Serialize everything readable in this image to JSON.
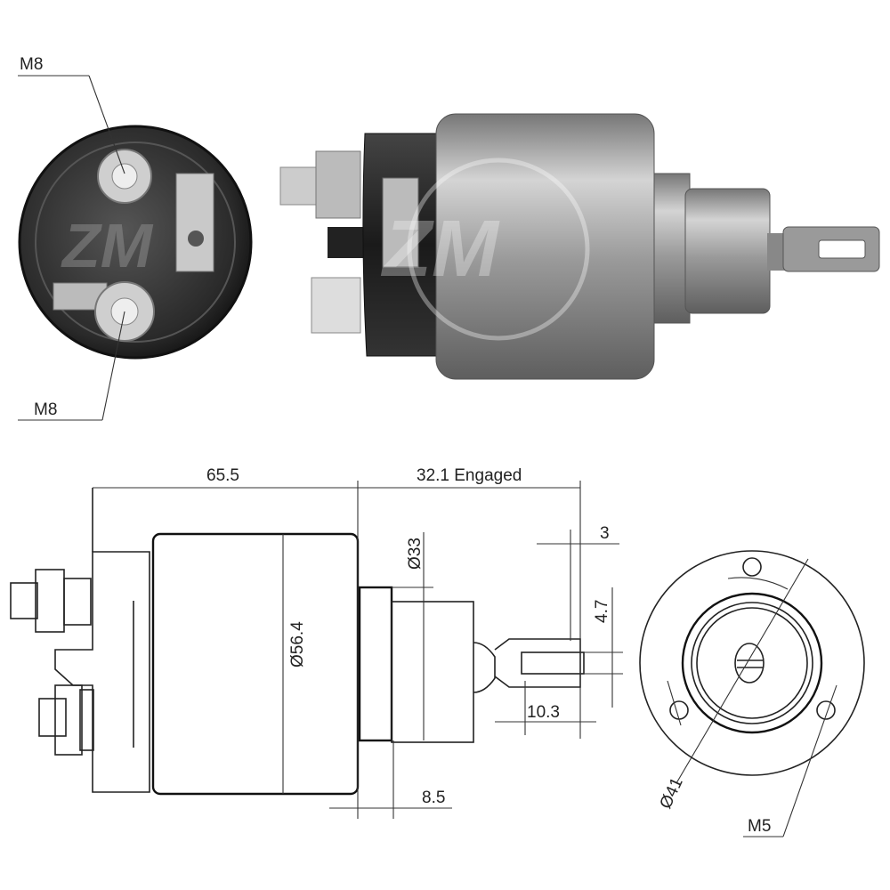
{
  "photo": {
    "end_view_top_terminal_label": "M8",
    "end_view_bottom_terminal_label": "M8",
    "watermark_logo": "ZM"
  },
  "drawing": {
    "length_body": "65.5",
    "plunger_engaged": "32.1 Engaged",
    "tab_offset": "3",
    "nose_diameter": "Ø33",
    "slot_width": "4.7",
    "body_diameter": "Ø56.4",
    "slot_length": "10.3",
    "flange_thickness": "8.5",
    "bolt_circle": "Ø41",
    "mount_thread": "M5"
  },
  "colors": {
    "line": "#222222",
    "body_dark": "#2a2a2a",
    "body_metal": "#a8a8a8"
  }
}
